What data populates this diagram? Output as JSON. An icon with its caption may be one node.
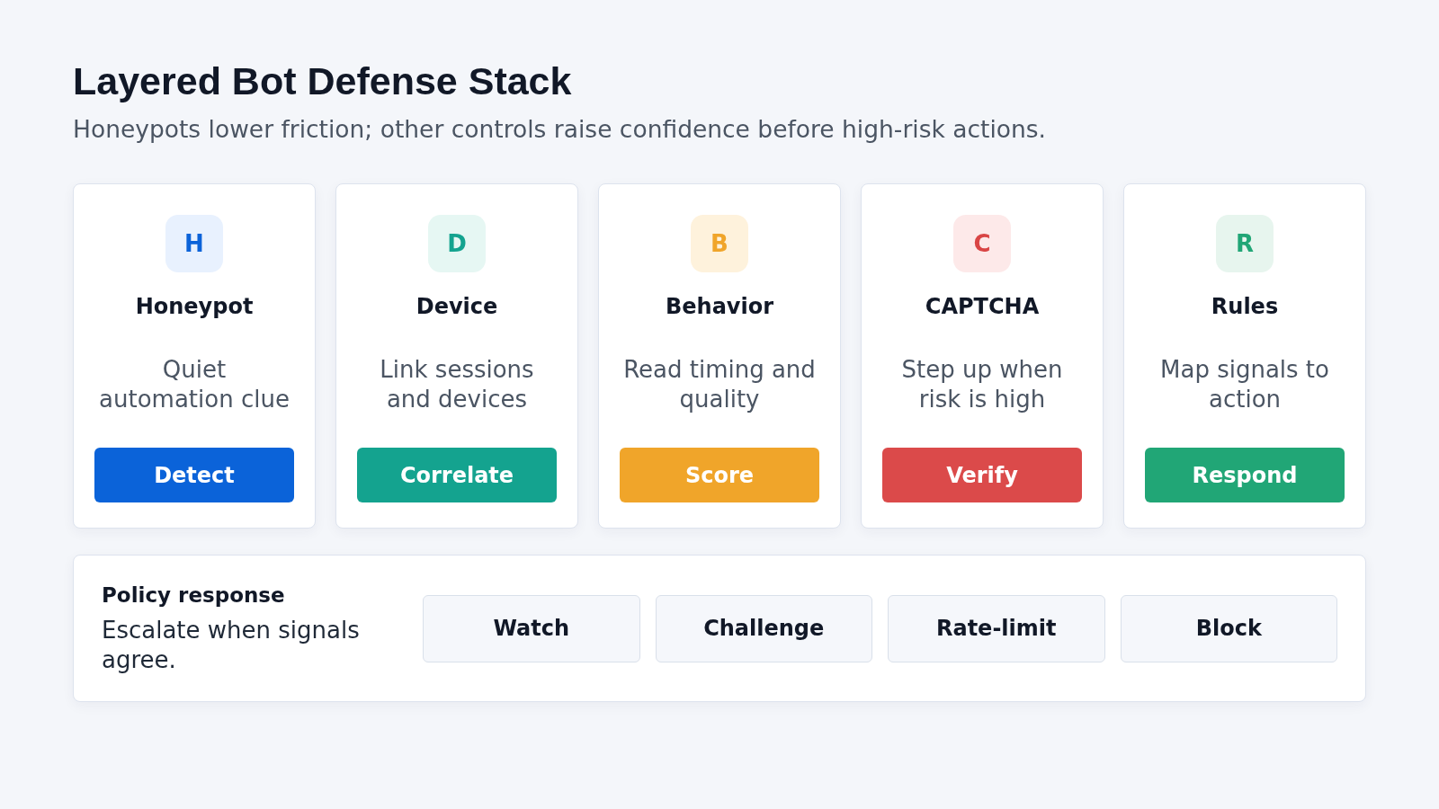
{
  "diagram": {
    "title": "Layered Bot Defense Stack",
    "nodes": [
      {
        "text": [
          "Honeypot",
          "Quiet automation clue"
        ]
      },
      {
        "text": [
          "H"
        ],
        "in": 0
      },
      {
        "text": [
          "Detect"
        ],
        "in": 0
      },
      {
        "text": [
          "Device",
          "Link sessions and devices"
        ]
      },
      {
        "text": [
          "D"
        ],
        "in": 3
      },
      {
        "text": [
          "Correlate"
        ],
        "in": 3
      },
      {
        "text": [
          "Behavior",
          "Read timing and quality"
        ]
      },
      {
        "text": [
          "B"
        ],
        "in": 6
      },
      {
        "text": [
          "Score"
        ],
        "in": 6
      },
      {
        "text": [
          "CAPTCHA",
          "Step up when risk is high"
        ]
      },
      {
        "text": [
          "C"
        ],
        "in": 9
      },
      {
        "text": [
          "Verify"
        ],
        "in": 9
      },
      {
        "text": [
          "Rules",
          "Map signals to action"
        ]
      },
      {
        "text": [
          "R"
        ],
        "in": 12
      },
      {
        "text": [
          "Respond"
        ],
        "in": 12
      },
      {
        "text": [
          "Policy response",
          "Escalate when signals agree."
        ]
      },
      {
        "text": [
          "Watch"
        ],
        "in": 15
      },
      {
        "text": [
          "Challenge"
        ],
        "in": 15
      },
      {
        "text": [
          "Rate-limit"
        ],
        "in": 15
      },
      {
        "text": [
          "Block"
        ],
        "in": 15
      }
    ],
    "labels": [
      "Honeypots lower friction; other controls raise confidence before high-risk actions."
    ]
  }
}
